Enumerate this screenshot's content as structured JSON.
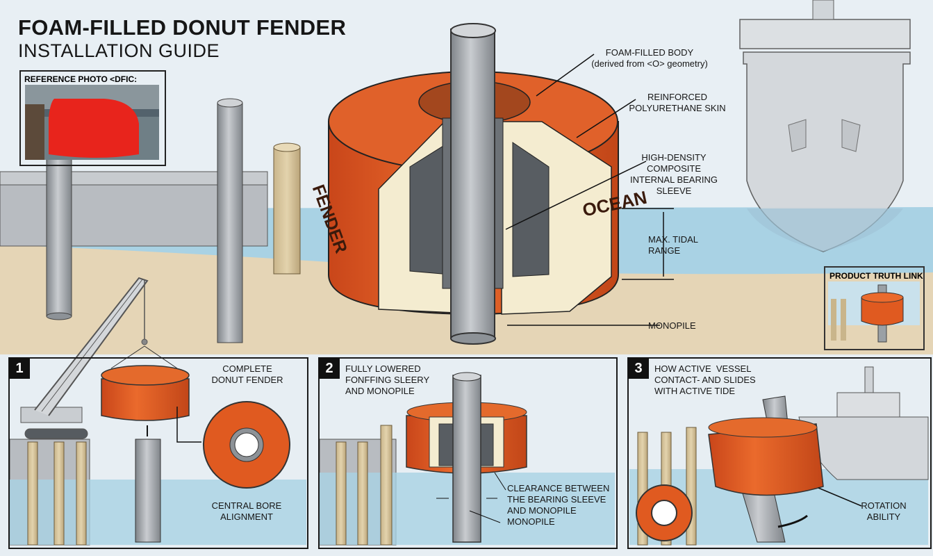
{
  "header": {
    "title_line1": "FOAM-FILLED DONUT FENDER",
    "title_line2": "INSTALLATION GUIDE"
  },
  "reference_photo": {
    "caption": "REFERENCE PHOTO <DFIC:"
  },
  "fender_printing": {
    "left_side": "FENDER",
    "right_side": "OCEAN"
  },
  "callouts": {
    "foam_body": "FOAM-FILLED BODY",
    "foam_body_note": "(derived from <O> geometry)",
    "skin_line1": "REINFORCED",
    "skin_line2": "POLYURETHANE SKIN",
    "sleeve_line1": "HIGH-DENSITY",
    "sleeve_line2": "COMPOSITE",
    "sleeve_line3": "INTERNAL BEARING",
    "sleeve_line4": "SLEEVE",
    "tidal_line1": "MAX. TIDAL",
    "tidal_line2": "RANGE",
    "monopile": "MONOPILE"
  },
  "product_truth_link": {
    "caption": "PRODUCT TRUTH LINK"
  },
  "steps": [
    {
      "number": "1",
      "label_top_line1": "COMPLETE",
      "label_top_line2": "DONUT FENDER",
      "label_bottom_line1": "CENTRAL BORE",
      "label_bottom_line2": "ALIGNMENT"
    },
    {
      "number": "2",
      "label_top_line1": "FULLY LOWERED",
      "label_top_line2": "FONFFING SLEERY",
      "label_top_line3": "AND MONOPILE",
      "label_bottom_line1": "CLEARANCE BETWEEN",
      "label_bottom_line2": "THE BEARING SLEEVE",
      "label_bottom_line3": "AND MONOPILE",
      "label_bottom_line4": "MONOPILE"
    },
    {
      "number": "3",
      "label_top_line1": "HOW ACTIVE  VESSEL",
      "label_top_line2": "CONTACT- AND SLIDES",
      "label_top_line3": "WITH ACTIVE TIDE",
      "label_bottom_line1": "ROTATION",
      "label_bottom_line2": "ABILITY"
    }
  ],
  "colors": {
    "fender_orange": "#e0571f",
    "fender_dark": "#b5401a",
    "foam": "#f4ecd0",
    "pile_grey": "#a9adb2",
    "water": "#a8d1e3",
    "sand": "#e6d6b8",
    "sky": "#e7eef3"
  }
}
